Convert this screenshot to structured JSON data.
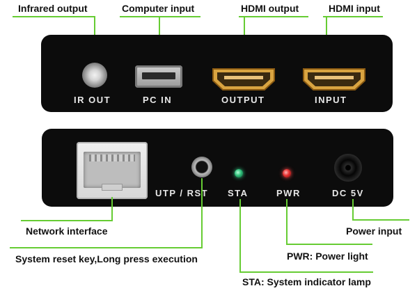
{
  "callouts": {
    "infrared_output": "Infrared output",
    "computer_input": "Computer input",
    "hdmi_output": "HDMI output",
    "hdmi_input": "HDMI input",
    "network_interface": "Network interface",
    "system_reset": "System reset key,Long press execution",
    "power_input": "Power input",
    "power_light": "PWR: Power light",
    "status_lamp": "STA: System indicator lamp"
  },
  "top_panel": {
    "ir_out": "IR OUT",
    "pc_in": "PC IN",
    "output": "OUTPUT",
    "input": "INPUT"
  },
  "bottom_panel": {
    "utp_rst": "UTP / RST",
    "sta": "STA",
    "pwr": "PWR",
    "dc": "DC 5V"
  },
  "colors": {
    "panel": "#0c0c0c",
    "leader_line": "#66cc33",
    "sta_led": "#2fbf7a",
    "pwr_led": "#e53030"
  }
}
